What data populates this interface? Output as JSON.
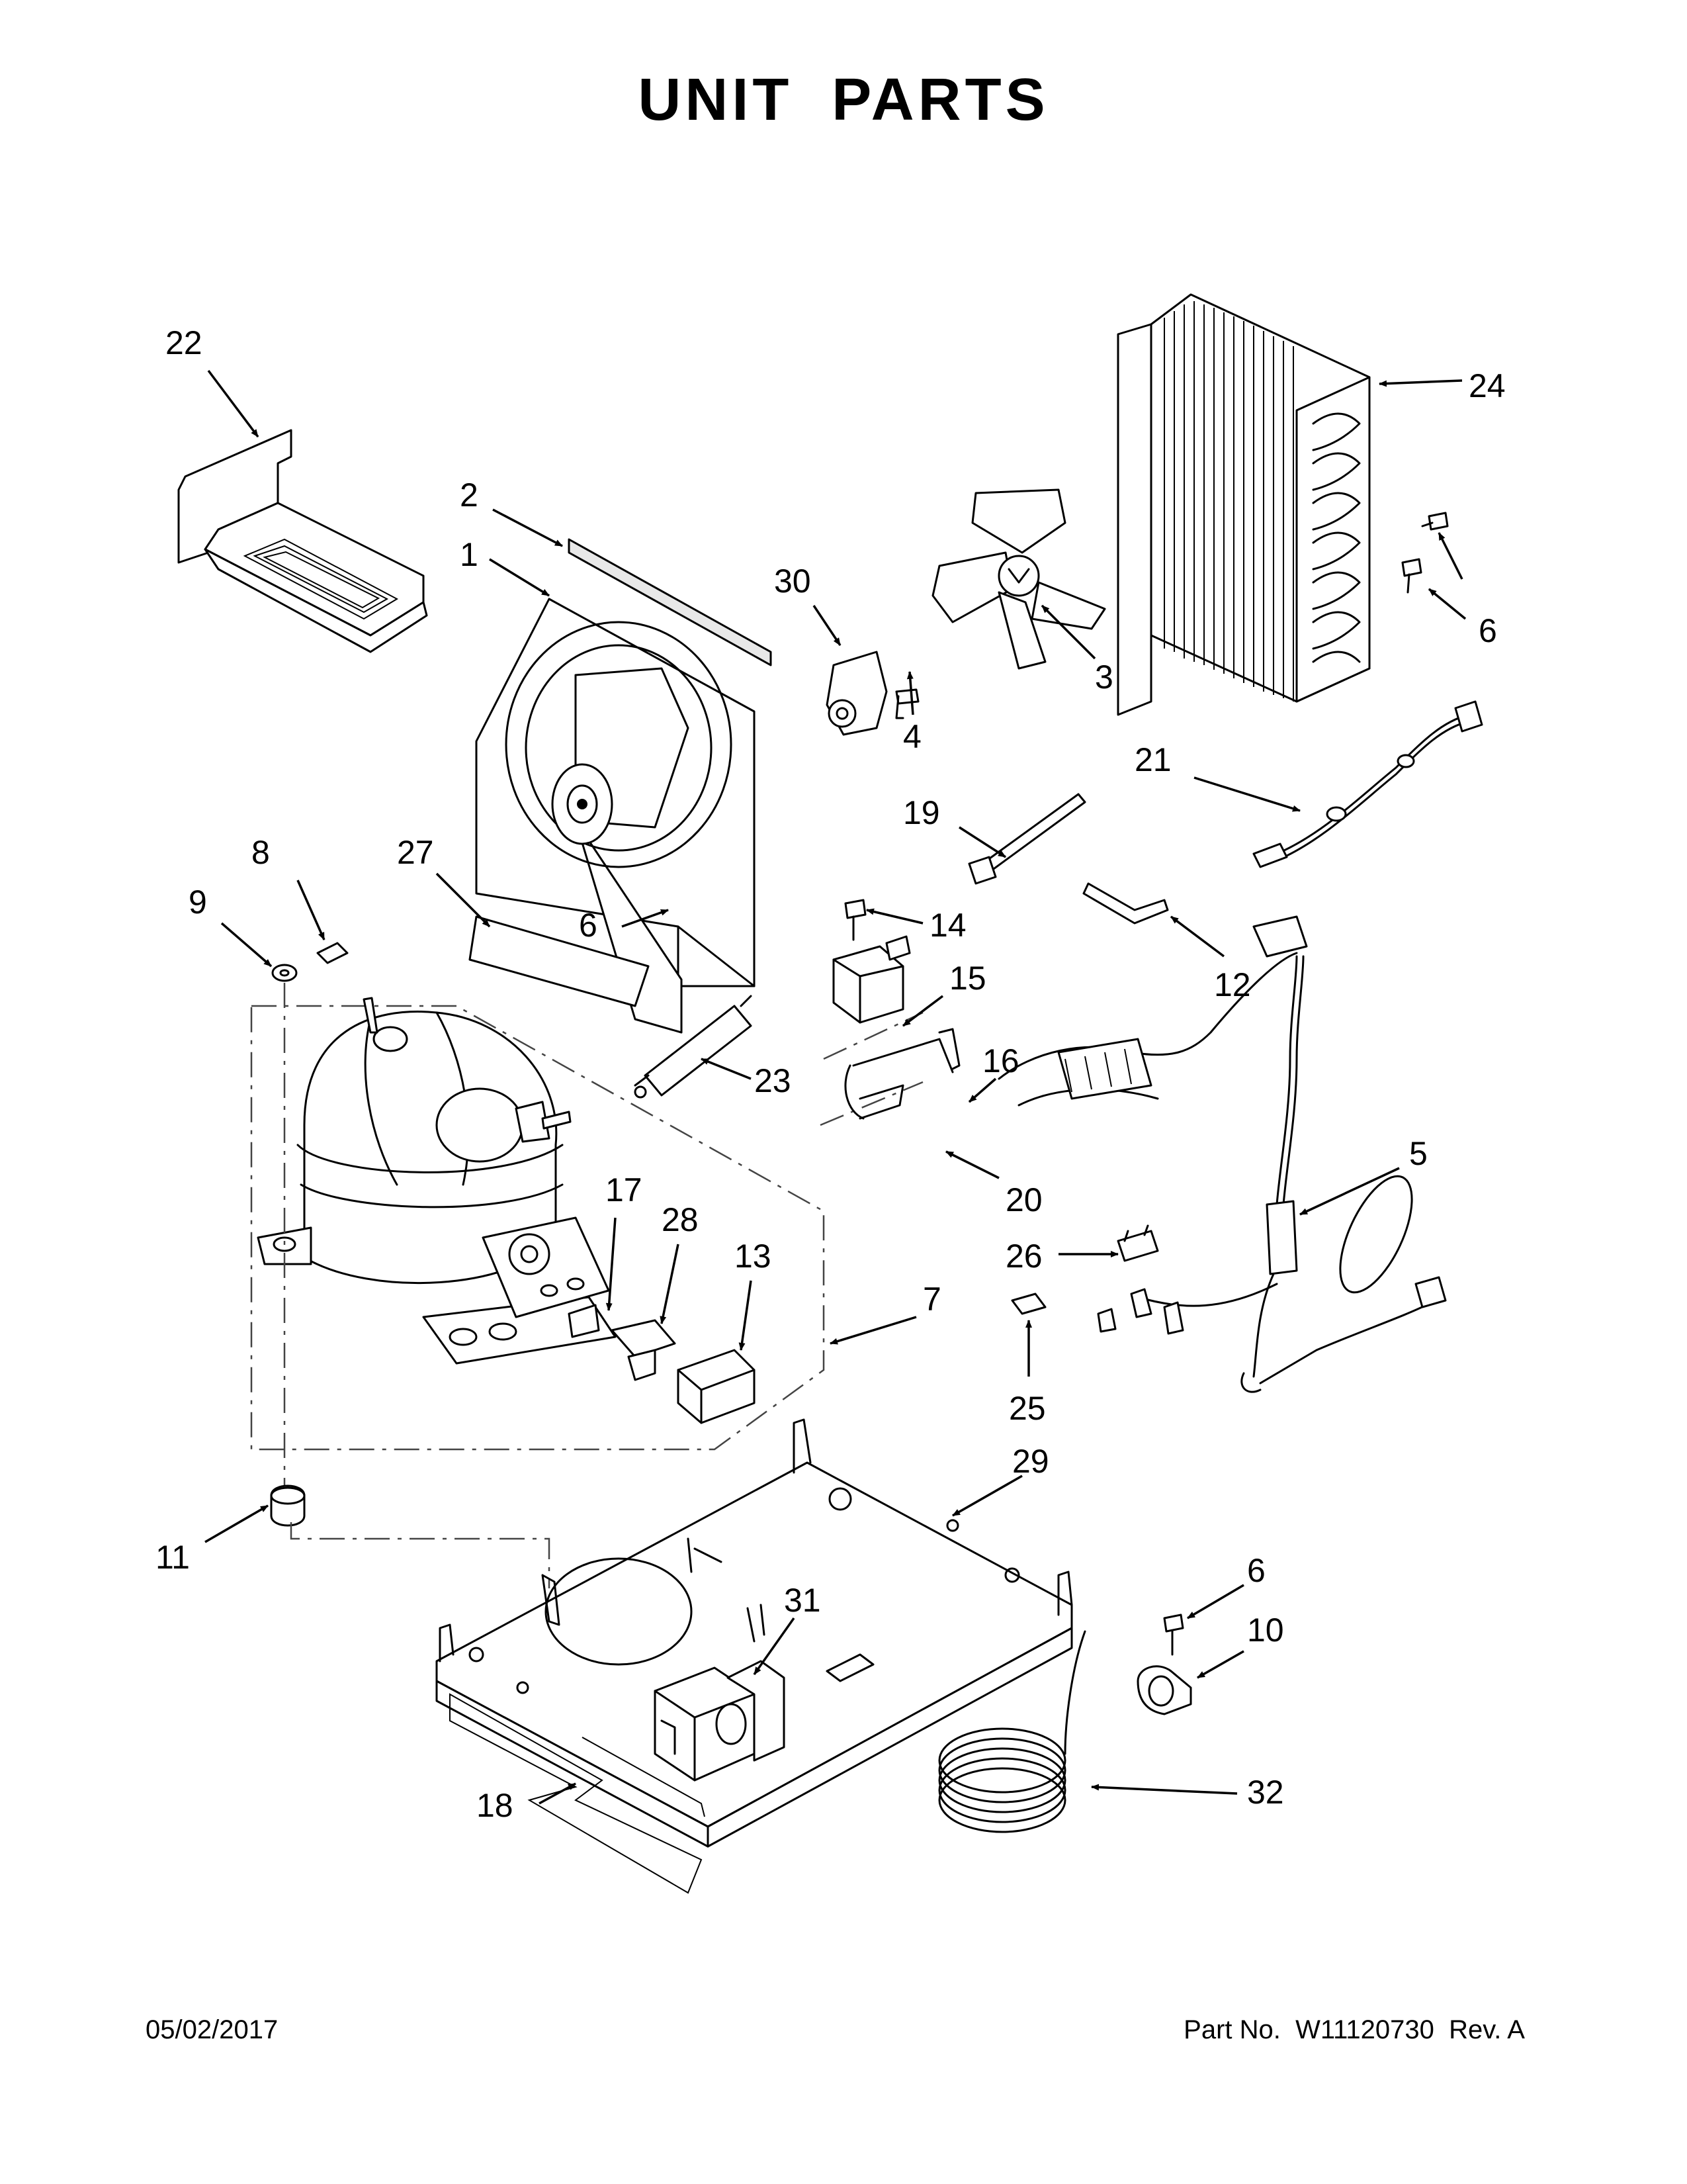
{
  "title": "UNIT PARTS",
  "footer": {
    "date": "05/02/2017",
    "part_label": "Part No.",
    "part_number": "W11120730",
    "revision": "Rev. A"
  },
  "callouts": [
    {
      "id": "c1",
      "label": "1"
    },
    {
      "id": "c2",
      "label": "2"
    },
    {
      "id": "c3",
      "label": "3"
    },
    {
      "id": "c4",
      "label": "4"
    },
    {
      "id": "c5",
      "label": "5"
    },
    {
      "id": "c6a",
      "label": "6"
    },
    {
      "id": "c6b",
      "label": "6"
    },
    {
      "id": "c6c",
      "label": "6"
    },
    {
      "id": "c7",
      "label": "7"
    },
    {
      "id": "c8",
      "label": "8"
    },
    {
      "id": "c9",
      "label": "9"
    },
    {
      "id": "c10",
      "label": "10"
    },
    {
      "id": "c11",
      "label": "11"
    },
    {
      "id": "c12",
      "label": "12"
    },
    {
      "id": "c13",
      "label": "13"
    },
    {
      "id": "c14",
      "label": "14"
    },
    {
      "id": "c15",
      "label": "15"
    },
    {
      "id": "c16",
      "label": "16"
    },
    {
      "id": "c17",
      "label": "17"
    },
    {
      "id": "c18",
      "label": "18"
    },
    {
      "id": "c19",
      "label": "19"
    },
    {
      "id": "c20",
      "label": "20"
    },
    {
      "id": "c21",
      "label": "21"
    },
    {
      "id": "c22",
      "label": "22"
    },
    {
      "id": "c23",
      "label": "23"
    },
    {
      "id": "c24",
      "label": "24"
    },
    {
      "id": "c25",
      "label": "25"
    },
    {
      "id": "c26",
      "label": "26"
    },
    {
      "id": "c27",
      "label": "27"
    },
    {
      "id": "c28",
      "label": "28"
    },
    {
      "id": "c29",
      "label": "29"
    },
    {
      "id": "c30",
      "label": "30"
    },
    {
      "id": "c31",
      "label": "31"
    },
    {
      "id": "c32",
      "label": "32"
    }
  ]
}
